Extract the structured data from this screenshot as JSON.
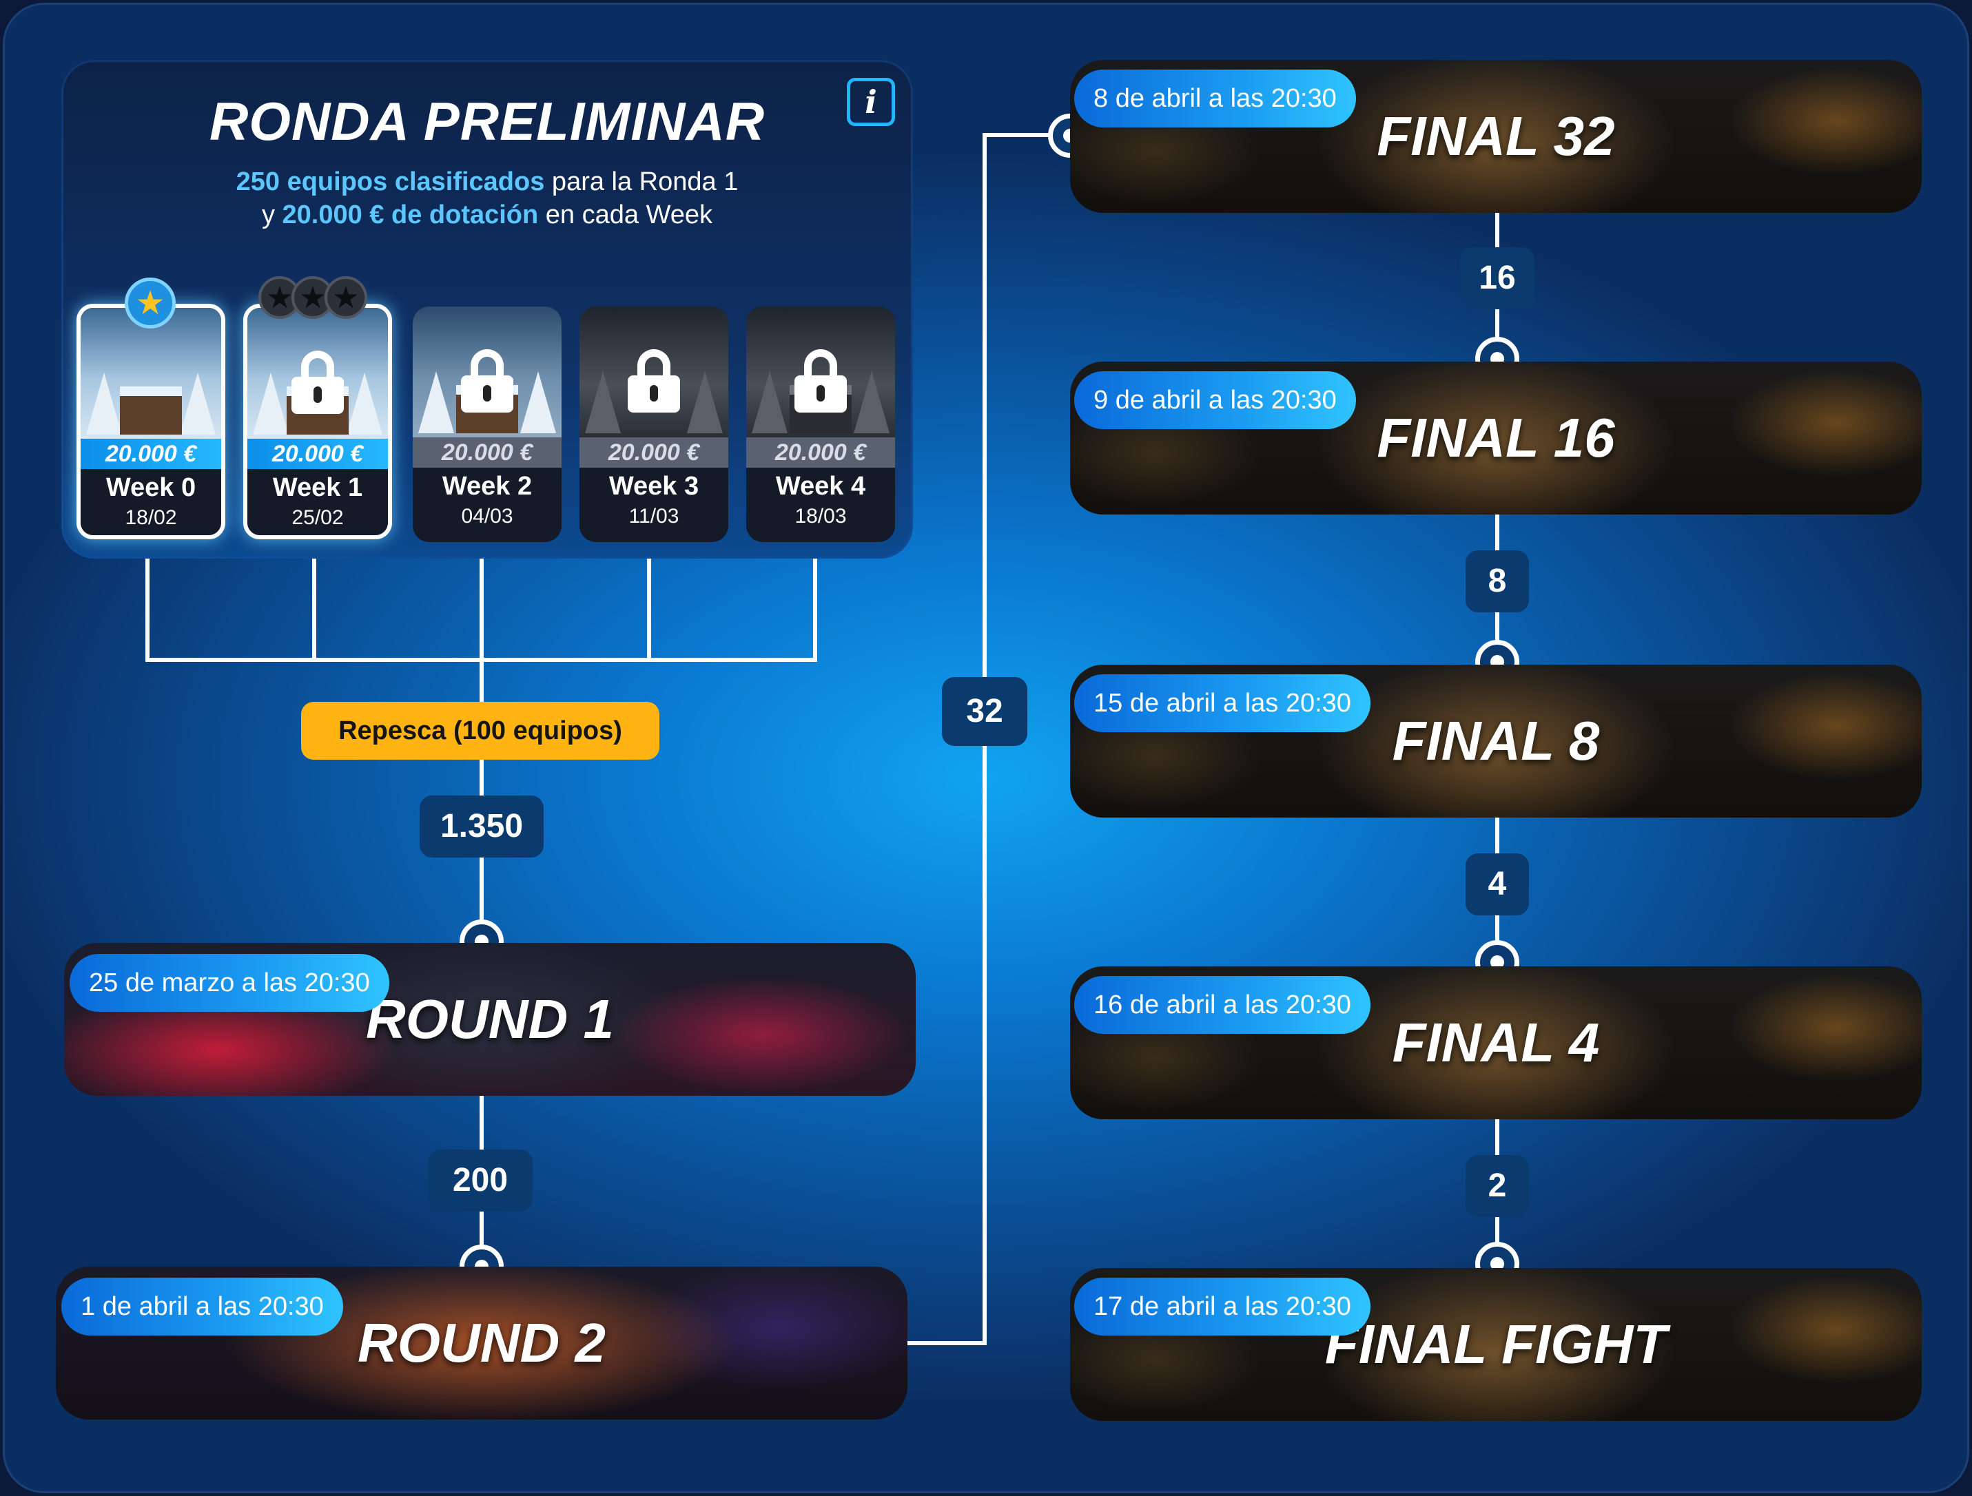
{
  "prelim": {
    "title": "RONDA PRELIMINAR",
    "info_label": "i",
    "sub_line1": {
      "highlight": "250 equipos clasificados",
      "rest": " para la Ronda 1"
    },
    "sub_line2": {
      "pre": "y ",
      "highlight": "20.000 € de dotación",
      "rest": " en cada Week"
    },
    "weeks": [
      {
        "prize": "20.000 €",
        "name": "Week 0",
        "date": "18/02",
        "state": "completed"
      },
      {
        "prize": "20.000 €",
        "name": "Week 1",
        "date": "25/02",
        "state": "locked"
      },
      {
        "prize": "20.000 €",
        "name": "Week 2",
        "date": "04/03",
        "state": "locked"
      },
      {
        "prize": "20.000 €",
        "name": "Week 3",
        "date": "11/03",
        "state": "locked"
      },
      {
        "prize": "20.000 €",
        "name": "Week 4",
        "date": "18/03",
        "state": "locked"
      }
    ]
  },
  "repesca": "Repesca (100 equipos)",
  "counts": {
    "to_round1": "1.350",
    "to_round2": "200",
    "to_final32": "32",
    "to_final16": "16",
    "to_final8": "8",
    "to_final4": "4",
    "to_final_fight": "2"
  },
  "rounds": [
    {
      "id": "round1",
      "title": "ROUND 1",
      "date": "25 de marzo a las 20:30"
    },
    {
      "id": "round2",
      "title": "ROUND 2",
      "date": "1 de abril a las 20:30"
    },
    {
      "id": "final32",
      "title": "FINAL 32",
      "date": "8 de abril a las 20:30"
    },
    {
      "id": "final16",
      "title": "FINAL 16",
      "date": "9 de abril a las 20:30"
    },
    {
      "id": "final8",
      "title": "FINAL 8",
      "date": "15 de abril a las 20:30"
    },
    {
      "id": "final4",
      "title": "FINAL 4",
      "date": "16 de abril a las 20:30"
    },
    {
      "id": "finalfight",
      "title": "FINAL FIGHT",
      "date": "17 de abril a las 20:30"
    }
  ],
  "colors": {
    "accent": "#22b4ff",
    "repesca": "#ffb414",
    "star": "#ffc21e"
  }
}
